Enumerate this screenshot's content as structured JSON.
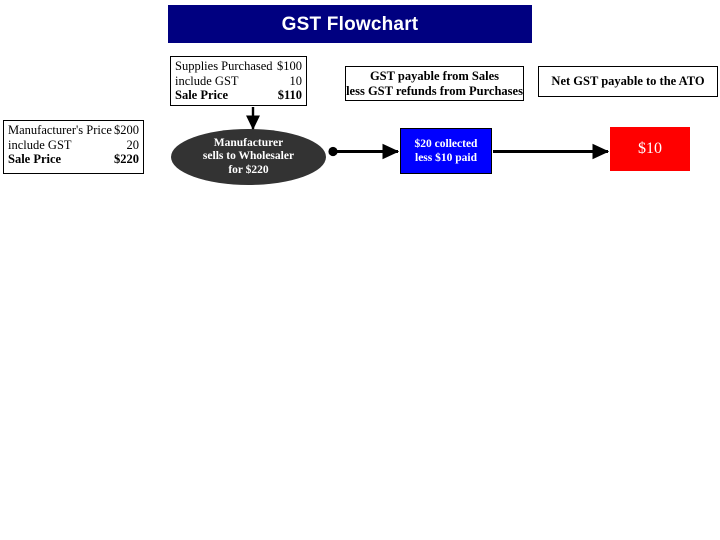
{
  "title": {
    "text": "GST Flowchart",
    "banner_color": "#000080",
    "text_color": "#FFFFFF"
  },
  "boxes": {
    "supplies": {
      "name": "Supplies Purchased",
      "rows": [
        {
          "label": "Supplies Purchased",
          "value": "$100",
          "bold": false
        },
        {
          "label": "include GST",
          "value": "10",
          "bold": false
        },
        {
          "label": "Sale Price",
          "value": "$110",
          "bold": true
        }
      ]
    },
    "manufacturer_price": {
      "name": "Manufacturer's Price",
      "rows": [
        {
          "label": "Manufacturer's Price",
          "value": "$200",
          "bold": false
        },
        {
          "label": "include GST",
          "value": "20",
          "bold": false
        },
        {
          "label": "Sale Price",
          "value": "$220",
          "bold": true
        }
      ]
    },
    "gst_payable": {
      "lines": [
        "GST payable from Sales",
        "less GST refunds from Purchases"
      ]
    },
    "net_gst": {
      "lines": [
        "Net GST payable to the ATO"
      ]
    }
  },
  "ellipse": {
    "fill_color": "#333333",
    "text_color": "#FFFFFF",
    "lines": [
      "Manufacturer",
      "sells to Wholesaler",
      "for $220"
    ]
  },
  "result_boxes": {
    "blue": {
      "fill_color": "#0000FF",
      "text_color": "#FFFFFF",
      "lines": [
        "$20 collected",
        "less $10 paid"
      ]
    },
    "red": {
      "fill_color": "#FF0000",
      "text_color": "#FFFFFF",
      "lines": [
        "$10"
      ]
    }
  },
  "connectors": [
    {
      "id": "supplies-to-manufacturer",
      "from": "supplies-box",
      "to": "manufacturer-ellipse",
      "direction": "down",
      "start_marker": "none",
      "end_marker": "arrow"
    },
    {
      "id": "manufacturer-to-blue",
      "from": "manufacturer-ellipse",
      "to": "blue-box",
      "direction": "right",
      "start_marker": "dot",
      "end_marker": "arrow"
    },
    {
      "id": "blue-to-red",
      "from": "blue-box",
      "to": "red-box",
      "direction": "right",
      "start_marker": "none",
      "end_marker": "arrow"
    }
  ]
}
